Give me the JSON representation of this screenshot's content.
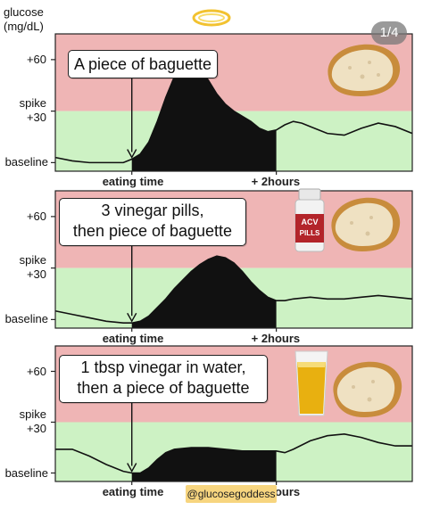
{
  "page": {
    "counter": "1/4",
    "handle": "@glucosegoddess",
    "axis_title": [
      "glucose",
      "(mg/dL)"
    ],
    "icons": [
      "halo-icon",
      "baguette-icon",
      "acv-pills-bottle-icon",
      "vinegar-glass-icon"
    ],
    "pill_label_1": "ACV",
    "pill_label_2": "PILLS"
  },
  "colors": {
    "spike_zone": "#efb5b5",
    "normal_zone": "#cdf2c4",
    "curve_fill": "#111111",
    "halo": "#f2c230",
    "handle_bg": "#f7d57f"
  },
  "chart_data": [
    {
      "type": "area",
      "annotation": "A piece of baguette",
      "ylabels": [
        "+60",
        "spike\n+30",
        "baseline"
      ],
      "xlabels": [
        "eating time",
        "+ 2hours"
      ],
      "x": [
        0,
        10,
        20,
        30,
        40,
        45,
        50,
        55,
        60,
        65,
        70,
        75,
        80,
        85,
        90,
        95,
        100,
        105,
        110,
        115,
        120,
        125,
        130,
        135,
        140,
        145,
        150,
        160,
        170,
        180,
        190,
        200,
        210
      ],
      "y": [
        3,
        1,
        0,
        0,
        0,
        2,
        5,
        12,
        24,
        38,
        50,
        57,
        58,
        55,
        48,
        40,
        34,
        30,
        27,
        24,
        20,
        18,
        19,
        22,
        24,
        23,
        21,
        17,
        16,
        20,
        23,
        21,
        17
      ],
      "fill_start_x": 45,
      "fill_end_x": 130,
      "spike_threshold": 30,
      "ylim": [
        -5,
        75
      ]
    },
    {
      "type": "area",
      "annotation": "3 vinegar pills,\nthen piece of baguette",
      "ylabels": [
        "+60",
        "spike\n+30",
        "baseline"
      ],
      "xlabels": [
        "eating time",
        "+ 2hours"
      ],
      "x": [
        0,
        10,
        20,
        30,
        40,
        45,
        50,
        55,
        60,
        65,
        70,
        75,
        80,
        85,
        90,
        95,
        100,
        105,
        110,
        115,
        120,
        125,
        130,
        135,
        140,
        150,
        160,
        170,
        180,
        190,
        200,
        210
      ],
      "y": [
        5,
        3,
        1,
        -1,
        -2,
        -2,
        -1,
        2,
        7,
        12,
        18,
        23,
        28,
        32,
        35,
        37,
        36,
        33,
        28,
        22,
        17,
        13,
        11,
        11,
        12,
        13,
        12,
        12,
        13,
        14,
        13,
        12
      ],
      "fill_start_x": 45,
      "fill_end_x": 130,
      "spike_threshold": 30,
      "ylim": [
        -5,
        75
      ]
    },
    {
      "type": "area",
      "annotation": "1 tbsp vinegar in water,\nthen a piece of baguette",
      "ylabels": [
        "+60",
        "spike\n+30",
        "baseline"
      ],
      "xlabels": [
        "eating time",
        "+ 2hours"
      ],
      "x": [
        0,
        10,
        20,
        30,
        40,
        45,
        50,
        55,
        60,
        65,
        70,
        80,
        90,
        100,
        110,
        120,
        125,
        130,
        135,
        140,
        150,
        160,
        170,
        180,
        190,
        200,
        210
      ],
      "y": [
        14,
        14,
        10,
        5,
        1,
        0,
        0,
        3,
        8,
        12,
        14,
        15,
        15,
        14,
        13,
        13,
        13,
        13,
        12,
        14,
        19,
        22,
        23,
        21,
        18,
        16,
        16
      ],
      "fill_start_x": 45,
      "fill_end_x": 130,
      "spike_threshold": 30,
      "ylim": [
        -5,
        75
      ]
    }
  ]
}
